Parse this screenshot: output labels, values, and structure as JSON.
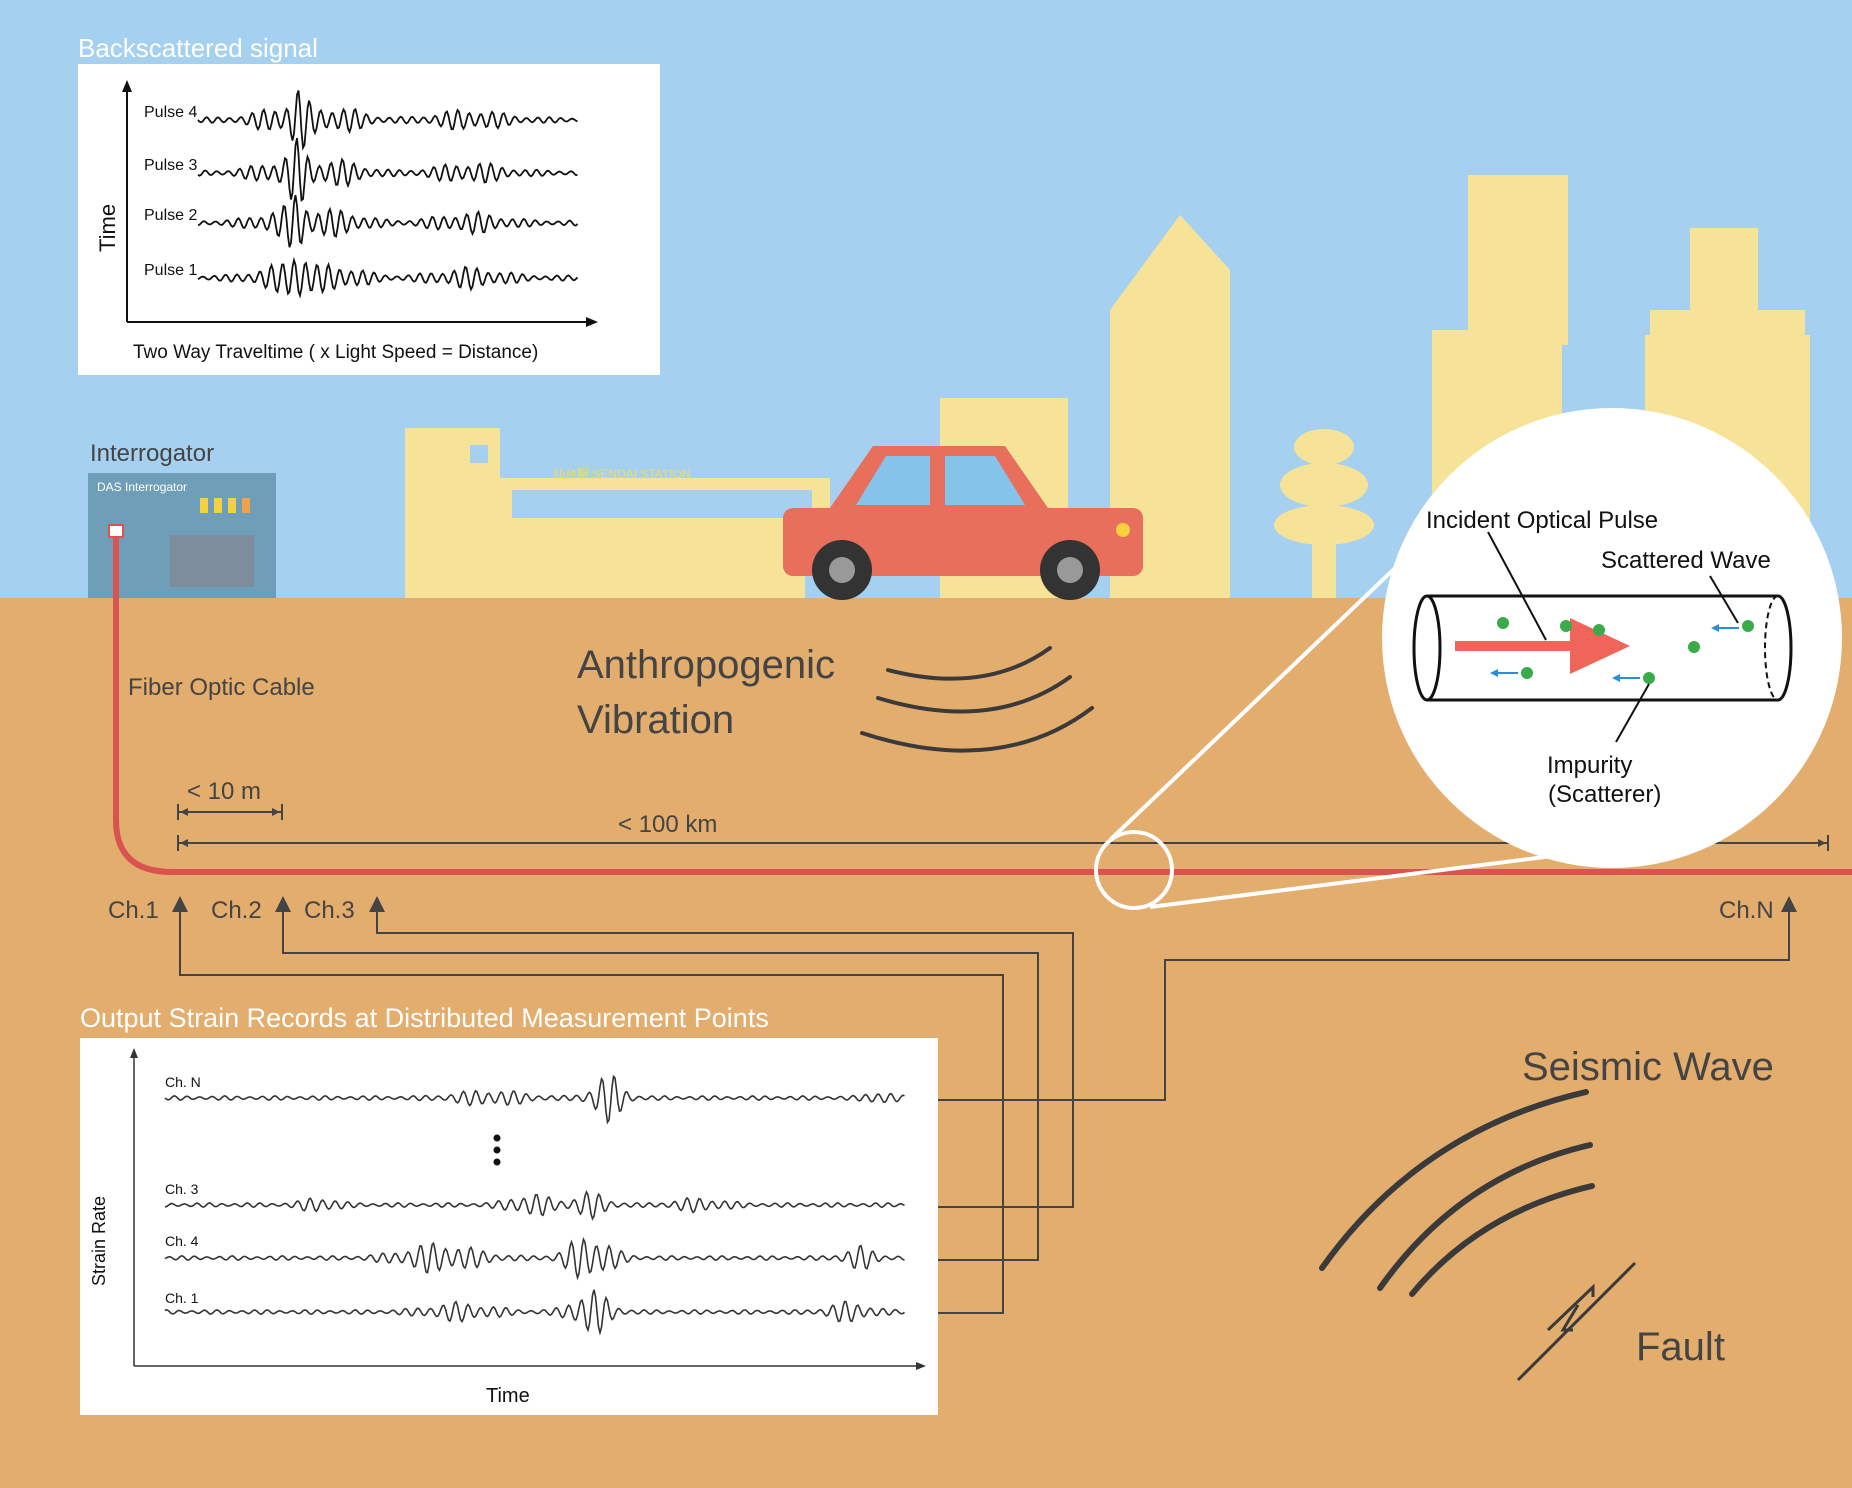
{
  "backscatter_panel": {
    "title": "Backscattered signal",
    "y_axis": "Time",
    "x_axis": "Two Way Traveltime ( x Light Speed = Distance)",
    "pulses": [
      "Pulse 4",
      "Pulse 3",
      "Pulse 2",
      "Pulse 1"
    ]
  },
  "interrogator": {
    "label": "Interrogator",
    "device_label": "DAS Interrogator"
  },
  "station": {
    "sign": "仙台駅 SENDAI STATION"
  },
  "labels": {
    "fiber_cable": "Fiber Optic Cable",
    "anthropogenic_line1": "Anthropogenic",
    "anthropogenic_line2": "Vibration",
    "seismic_wave": "Seismic Wave",
    "fault": "Fault",
    "span_small": "< 10 m",
    "span_large": "< 100 km"
  },
  "channels": [
    "Ch.1",
    "Ch.2",
    "Ch.3",
    "Ch.N"
  ],
  "fiber_zoom": {
    "incident_pulse": "Incident Optical Pulse",
    "scattered_wave": "Scattered Wave",
    "impurity_line1": "Impurity",
    "impurity_line2": "(Scatterer)"
  },
  "strain_panel": {
    "title": "Output Strain Records at Distributed Measurement Points",
    "y_axis": "Strain Rate",
    "x_axis": "Time",
    "traces": [
      "Ch. N",
      "Ch. 3",
      "Ch. 4",
      "Ch. 1"
    ]
  },
  "colors": {
    "sky": "#a6d0f0",
    "ground": "#e3ad6e",
    "buildings": "#f7e397",
    "fiber": "#d9534f",
    "car": "#e86f5b",
    "impurity": "#3aaa4a",
    "scatter_arrow": "#2a8fd8"
  }
}
